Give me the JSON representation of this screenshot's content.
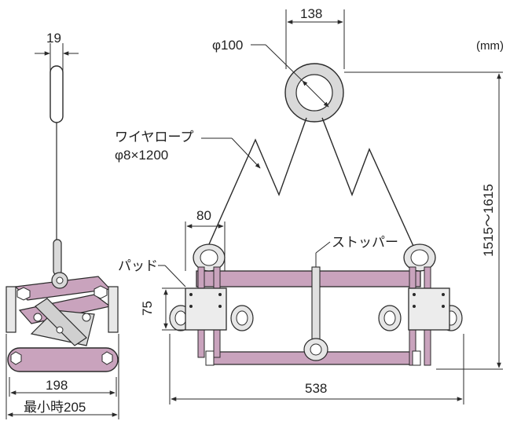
{
  "units": "(mm)",
  "side_view": {
    "handle_width": "19",
    "width_inner": "198",
    "width_min": "最小時205"
  },
  "front_view": {
    "ring_width": "138",
    "ring_diameter": "φ100",
    "wire_rope_name": "ワイヤロープ",
    "wire_rope_spec": "φ8×1200",
    "shackle_spacing": "80",
    "stopper_label": "ストッパー",
    "pad_label": "パッド",
    "pad_height": "75",
    "height_range": "1515～1615",
    "overall_width": "538"
  },
  "colors": {
    "frame": "#c9a3bd",
    "frame_dark": "#8a5f7e",
    "ring": "#d9d9d9",
    "line": "#2a2a2a",
    "pad": "#ececec"
  }
}
